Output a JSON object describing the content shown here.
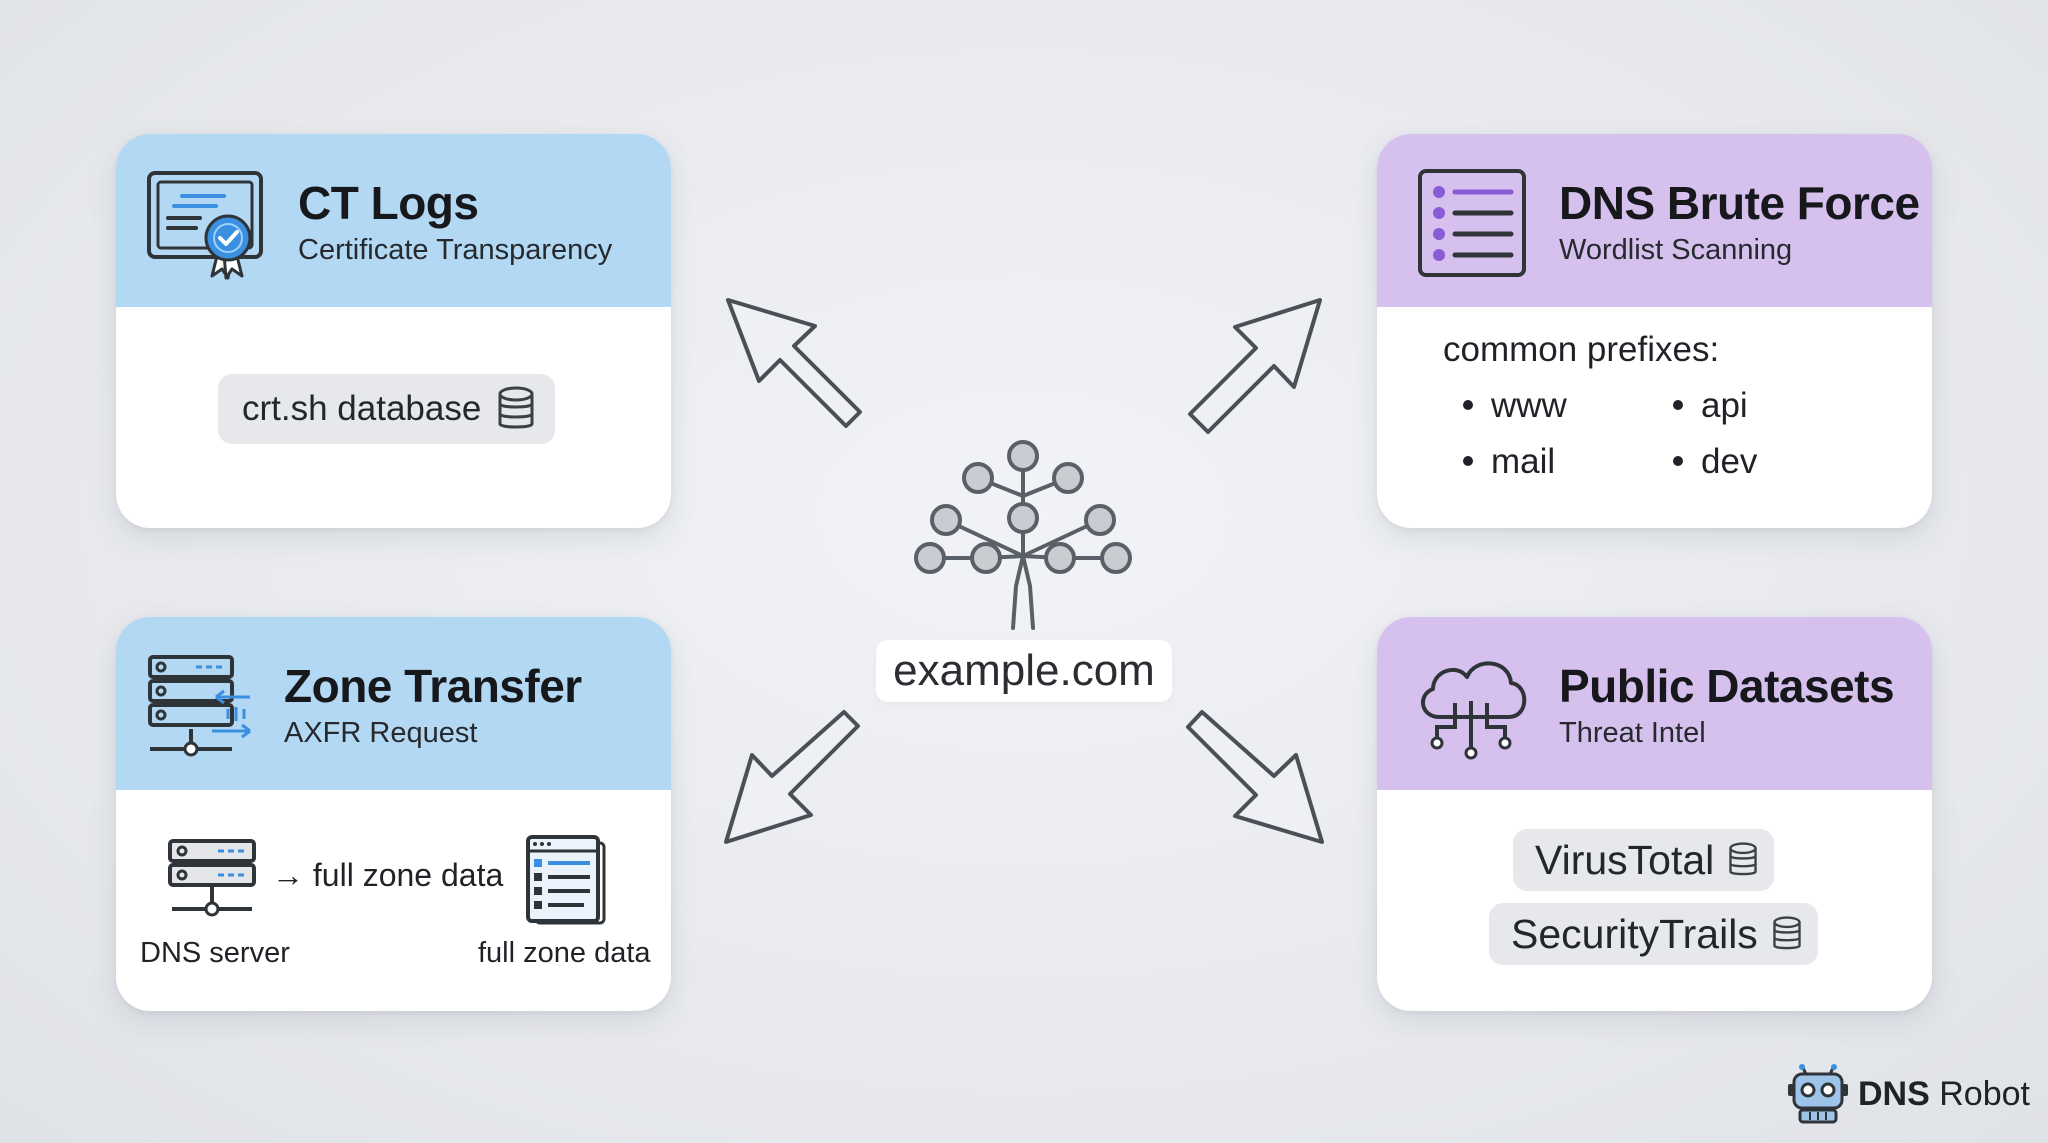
{
  "cards": {
    "ct_logs": {
      "title": "CT Logs",
      "subtitle": "Certificate Transparency",
      "source": "crt.sh database"
    },
    "brute_force": {
      "title": "DNS Brute Force",
      "subtitle": "Wordlist Scanning",
      "intro": "common prefixes:",
      "prefixes": [
        "www",
        "api",
        "mail",
        "dev"
      ]
    },
    "zone_transfer": {
      "title": "Zone Transfer",
      "subtitle": "AXFR Request",
      "arrow_text": "→ full zone data",
      "server_label": "DNS server",
      "data_label": "full zone data"
    },
    "public_datasets": {
      "title": "Public Datasets",
      "subtitle": "Threat Intel",
      "sources": [
        "VirusTotal",
        "SecurityTrails"
      ]
    }
  },
  "center": {
    "domain": "example.com",
    "icon": "domain-tree-icon"
  },
  "brand": {
    "bold": "DNS",
    "rest": " Robot",
    "icon": "robot-icon"
  },
  "colors": {
    "blue_header": "#b3d8f3",
    "purple_header": "#d6c1ee",
    "accent_blue": "#3a8fe0",
    "accent_purple": "#8a5bd6",
    "outline": "#4a5058"
  }
}
